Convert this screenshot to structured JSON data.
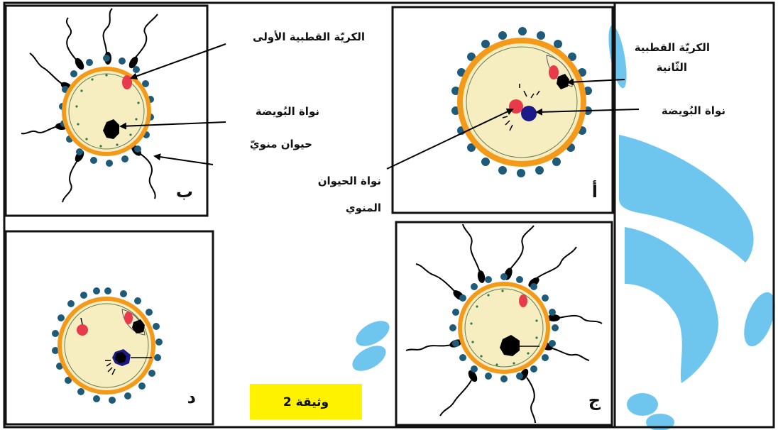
{
  "document_label": "وثيقة 2",
  "colors": {
    "zona": "#f49a1a",
    "cytoplasm": "#f6eec0",
    "follicle_cells": "#1e5a7a",
    "polar_body": "#e83a4a",
    "nucleus_egg": "#1b1a8a",
    "watermark": "#6ec6ee",
    "label_box": "#fff200"
  },
  "panels": {
    "a": {
      "letter": "أ",
      "labels": {
        "second_polar_body": [
          "الكريّة القطبية",
          "الثّانية"
        ],
        "egg_nucleus": "نواة البُويضة",
        "sperm_nucleus": [
          "نواة الحيوان",
          "المنوي"
        ]
      }
    },
    "b": {
      "letter": "ب",
      "labels": {
        "first_polar_body": "الكريّة القطبية الأولى",
        "egg_nucleus": "نواة البُويضة",
        "sperm": "حيوان منويّ"
      }
    },
    "c": {
      "letter": "ج"
    },
    "d": {
      "letter": "د"
    }
  }
}
